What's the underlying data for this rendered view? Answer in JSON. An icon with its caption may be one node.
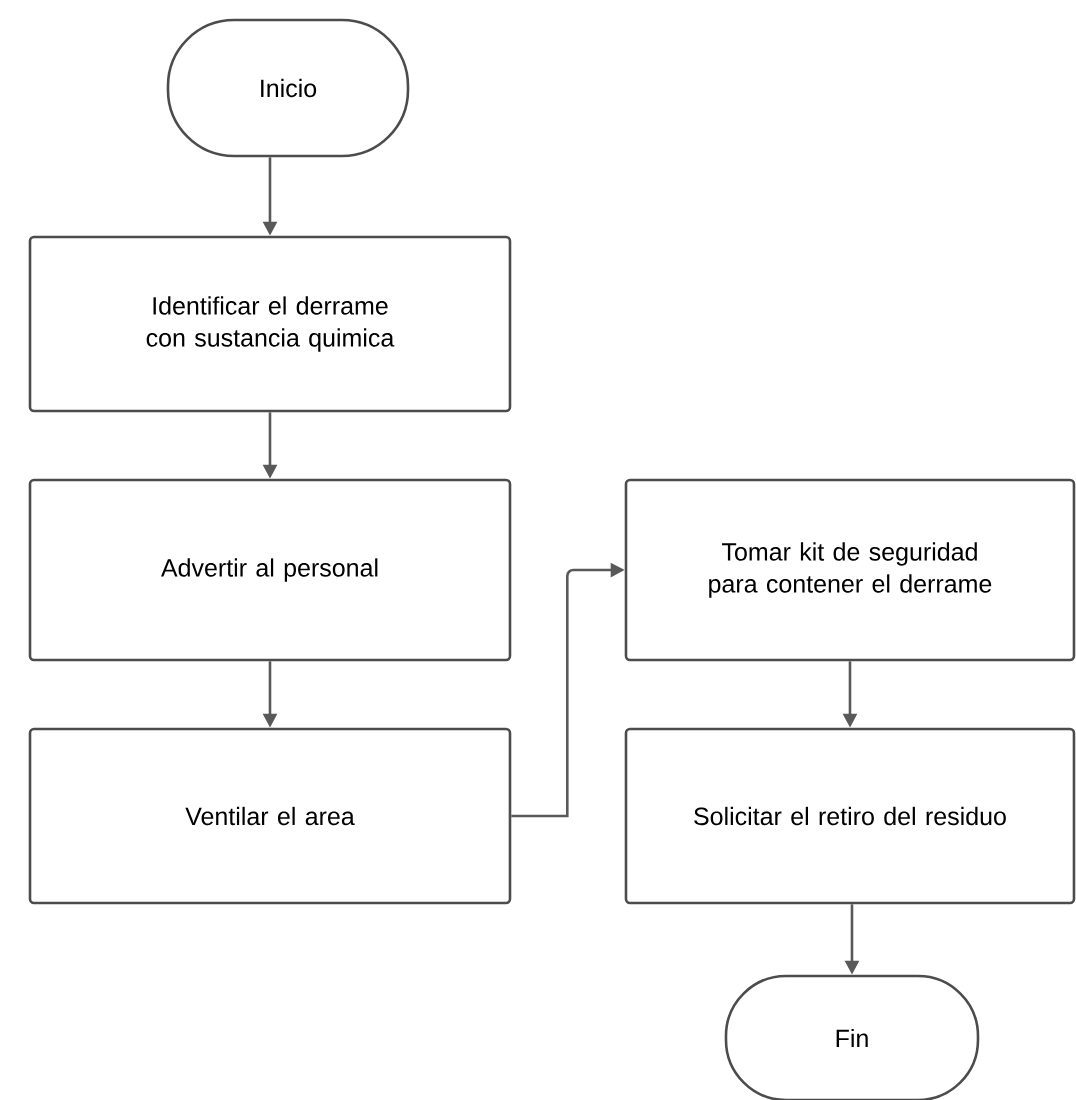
{
  "diagram": {
    "nodes": [
      {
        "text": [
          "Inicio"
        ]
      },
      {
        "text": [
          "Identificar el derrame con sustancia quimica"
        ]
      },
      {
        "text": [
          "Advertir al personal"
        ]
      },
      {
        "text": [
          "Ventilar el area"
        ]
      },
      {
        "text": [
          "Tomar kit de seguridad para contener el derrame"
        ]
      },
      {
        "text": [
          "Solicitar el retiro del residuo"
        ]
      },
      {
        "text": [
          "Fin"
        ]
      }
    ],
    "edges": [
      {
        "from": 0,
        "to": 1,
        "arrow": "to"
      },
      {
        "from": 1,
        "to": 2,
        "arrow": "to"
      },
      {
        "from": 2,
        "to": 3,
        "arrow": "to"
      },
      {
        "from": 3,
        "to": 4,
        "arrow": "to"
      },
      {
        "from": 4,
        "to": 5,
        "arrow": "to"
      },
      {
        "from": 5,
        "to": 6,
        "arrow": "to"
      }
    ]
  }
}
